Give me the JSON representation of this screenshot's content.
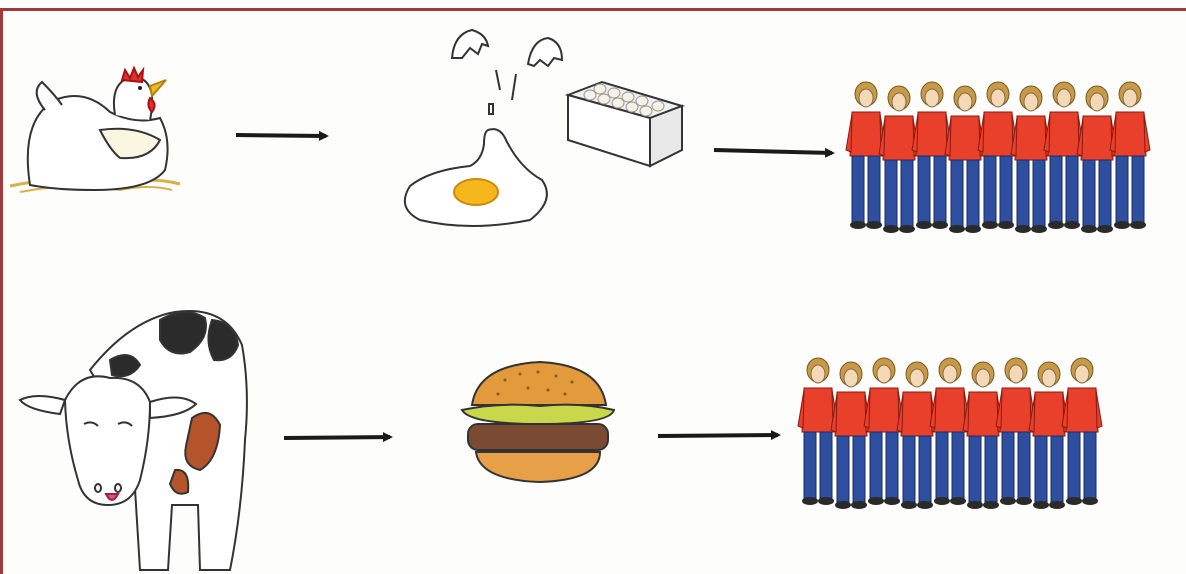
{
  "figure": {
    "frame_color": "#a13a3a",
    "rows": [
      {
        "source": "hen-on-nest",
        "products": [
          "cracked-egg",
          "fried-egg",
          "egg-carton"
        ],
        "crowd_size": 9,
        "arrows": 2
      },
      {
        "source": "cow",
        "products": [
          "hamburger"
        ],
        "crowd_size": 9,
        "arrows": 2
      }
    ],
    "colors": {
      "shirt": "#e8402a",
      "jeans": "#2e4fa0",
      "hair": "#c79a4a",
      "skin": "#f3d9b8",
      "hen_comb": "#d8322c",
      "beak": "#f2b824",
      "egg_yolk": "#f5b71c",
      "nest": "#d8b04a",
      "cow_spot": "#2b2b2b",
      "cow_brown": "#b5542b",
      "bun": "#e39a3c",
      "lettuce": "#c8d84a",
      "patty": "#7a4a32"
    }
  }
}
